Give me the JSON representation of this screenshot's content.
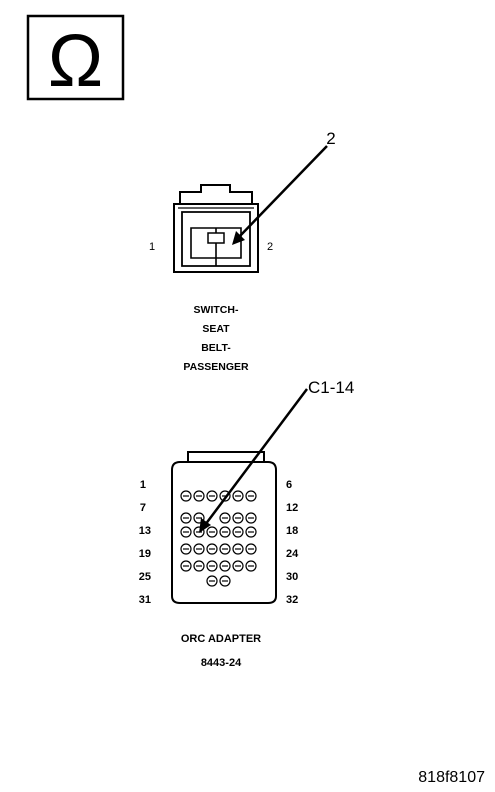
{
  "ohm_symbol": "Ω",
  "switch_connector": {
    "callout": "2",
    "pin_left": "1",
    "pin_right": "2",
    "name_lines": [
      "SWITCH-",
      "SEAT",
      "BELT-",
      "PASSENGER"
    ]
  },
  "orc_adapter": {
    "callout": "C1-14",
    "row_labels_left": [
      "1",
      "7",
      "13",
      "19",
      "25",
      "31"
    ],
    "row_labels_right": [
      "6",
      "12",
      "18",
      "24",
      "30",
      "32"
    ],
    "name_lines": [
      "ORC ADAPTER",
      "8443-24"
    ]
  },
  "figure_id": "818f8107"
}
